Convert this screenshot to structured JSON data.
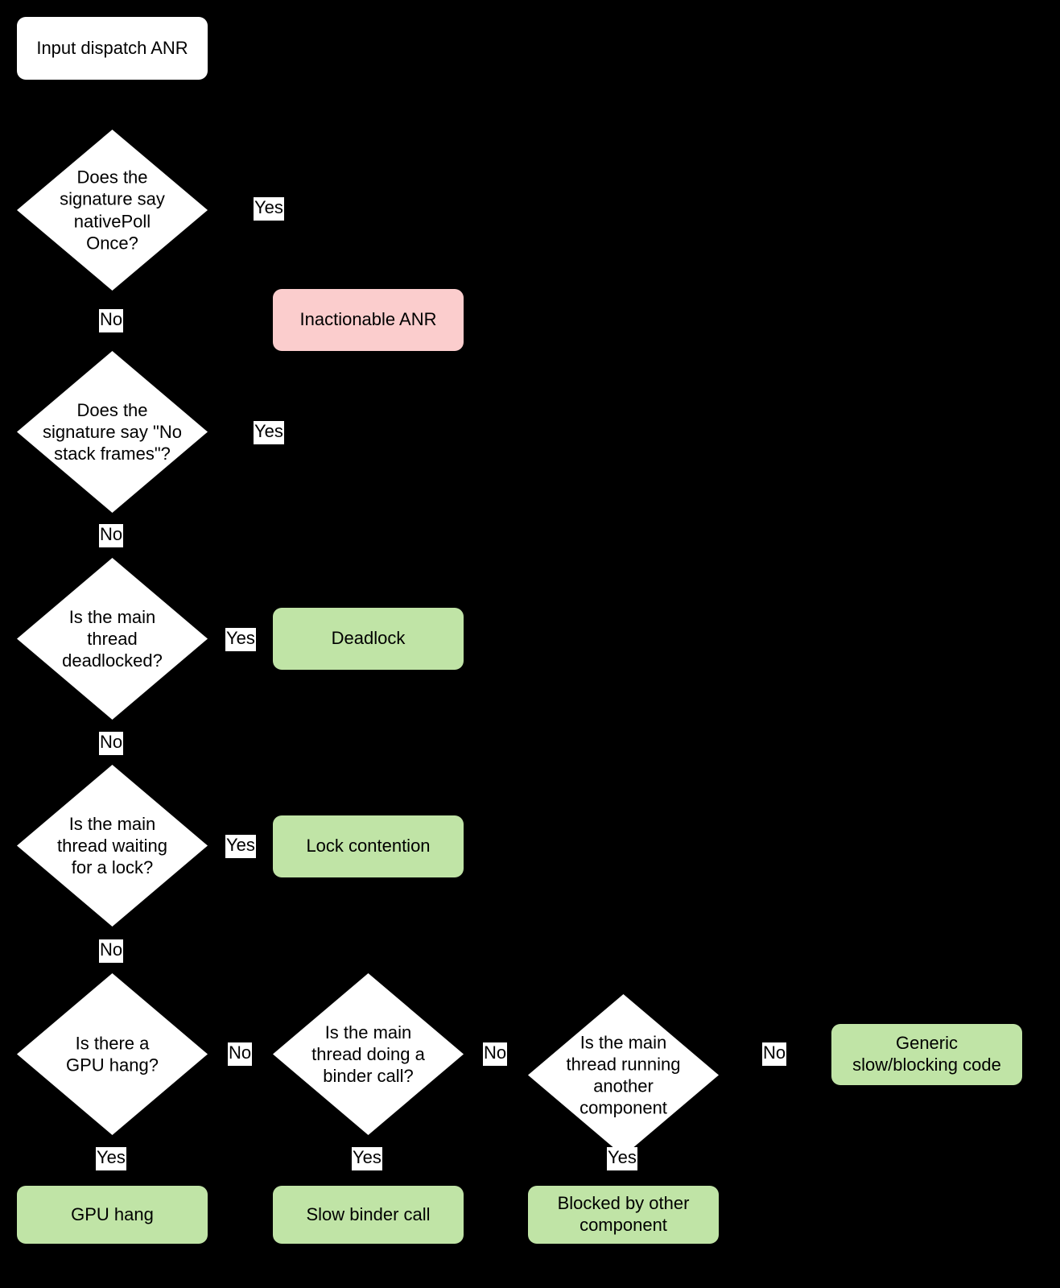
{
  "diagram": {
    "title": "Input dispatch ANR triage flowchart",
    "background_color": "#000000",
    "colors": {
      "decision_fill": "#ffffff",
      "terminal_fill": "#ffffff",
      "inactionable_fill": "#fbcdcd",
      "outcome_fill": "#c0e4a6",
      "text": "#000000",
      "edge_label_bg": "#ffffff"
    }
  },
  "nodes": {
    "start": {
      "label": "Input dispatch ANR",
      "shape": "rounded-rect",
      "fill": "white"
    },
    "q_nativepollonce": {
      "label": "Does the\nsignature say\nnativePoll\nOnce?",
      "shape": "diamond"
    },
    "inactionable": {
      "label": "Inactionable ANR",
      "shape": "rounded-rect",
      "fill": "pink"
    },
    "q_nostackframes": {
      "label": "Does the\nsignature say \"No\nstack frames\"?",
      "shape": "diamond"
    },
    "q_deadlocked": {
      "label": "Is the main\nthread\ndeadlocked?",
      "shape": "diamond"
    },
    "deadlock": {
      "label": "Deadlock",
      "shape": "rounded-rect",
      "fill": "green"
    },
    "q_waiting_lock": {
      "label": "Is the main\nthread waiting\nfor a lock?",
      "shape": "diamond"
    },
    "lock_contention": {
      "label": "Lock contention",
      "shape": "rounded-rect",
      "fill": "green"
    },
    "q_gpu_hang": {
      "label": "Is there a\nGPU hang?",
      "shape": "diamond"
    },
    "gpu_hang": {
      "label": "GPU hang",
      "shape": "rounded-rect",
      "fill": "green"
    },
    "q_binder_call": {
      "label": "Is the main\nthread doing a\nbinder call?",
      "shape": "diamond"
    },
    "slow_binder_call": {
      "label": "Slow binder call",
      "shape": "rounded-rect",
      "fill": "green"
    },
    "q_other_component": {
      "label": "Is the main\nthread running\nanother\ncomponent",
      "shape": "diamond"
    },
    "blocked_by_other": {
      "label": "Blocked by other\ncomponent",
      "shape": "rounded-rect",
      "fill": "green"
    },
    "generic_slow": {
      "label": "Generic\nslow/blocking code",
      "shape": "rounded-rect",
      "fill": "green"
    }
  },
  "edge_labels": {
    "nativepollonce_yes": "Yes",
    "nativepollonce_no": "No",
    "nostackframes_yes": "Yes",
    "nostackframes_no": "No",
    "deadlocked_yes": "Yes",
    "deadlocked_no": "No",
    "waiting_lock_yes": "Yes",
    "waiting_lock_no": "No",
    "gpu_hang_no": "No",
    "gpu_hang_yes": "Yes",
    "binder_call_no": "No",
    "binder_call_yes": "Yes",
    "other_component_no": "No",
    "other_component_yes": "Yes"
  },
  "edges": [
    {
      "from": "start",
      "to": "q_nativepollonce",
      "label": ""
    },
    {
      "from": "q_nativepollonce",
      "to": "inactionable",
      "label": "Yes"
    },
    {
      "from": "q_nativepollonce",
      "to": "q_nostackframes",
      "label": "No"
    },
    {
      "from": "q_nostackframes",
      "to": "inactionable",
      "label": "Yes"
    },
    {
      "from": "q_nostackframes",
      "to": "q_deadlocked",
      "label": "No"
    },
    {
      "from": "q_deadlocked",
      "to": "deadlock",
      "label": "Yes"
    },
    {
      "from": "q_deadlocked",
      "to": "q_waiting_lock",
      "label": "No"
    },
    {
      "from": "q_waiting_lock",
      "to": "lock_contention",
      "label": "Yes"
    },
    {
      "from": "q_waiting_lock",
      "to": "q_gpu_hang",
      "label": "No"
    },
    {
      "from": "q_gpu_hang",
      "to": "gpu_hang",
      "label": "Yes"
    },
    {
      "from": "q_gpu_hang",
      "to": "q_binder_call",
      "label": "No"
    },
    {
      "from": "q_binder_call",
      "to": "slow_binder_call",
      "label": "Yes"
    },
    {
      "from": "q_binder_call",
      "to": "q_other_component",
      "label": "No"
    },
    {
      "from": "q_other_component",
      "to": "blocked_by_other",
      "label": "Yes"
    },
    {
      "from": "q_other_component",
      "to": "generic_slow",
      "label": "No"
    }
  ]
}
